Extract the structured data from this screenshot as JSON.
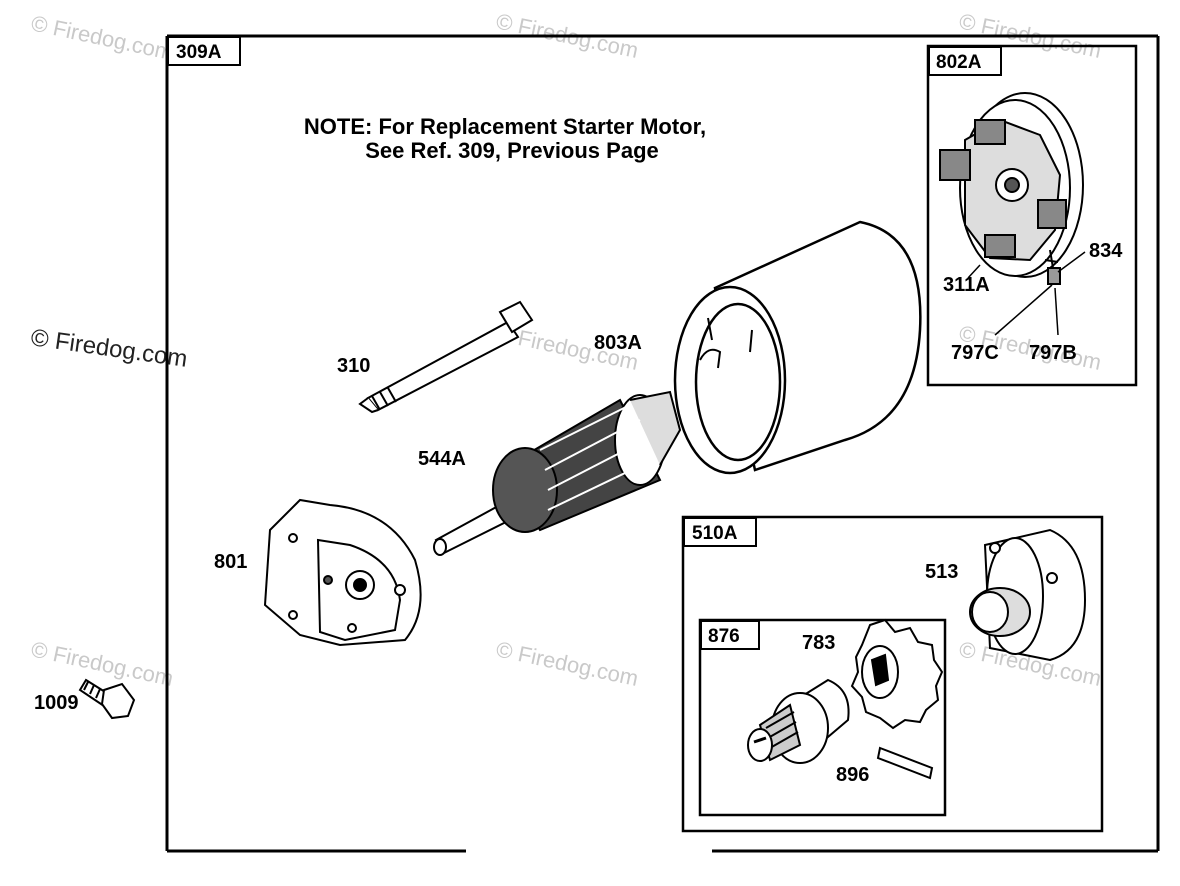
{
  "note": {
    "line1": "NOTE: For Replacement Starter Motor,",
    "line2": "See Ref. 309, Previous Page"
  },
  "boxes": {
    "main": "309A",
    "brush_plate": "802A",
    "drive": "510A",
    "pinion": "876"
  },
  "parts": {
    "p310": "310",
    "p544A": "544A",
    "p801": "801",
    "p803A": "803A",
    "p311A": "311A",
    "p834": "834",
    "p797C": "797C",
    "p797B": "797B",
    "p513": "513",
    "p783": "783",
    "p896": "896",
    "p1009": "1009"
  },
  "watermark": {
    "text": "© Firedog.com"
  }
}
